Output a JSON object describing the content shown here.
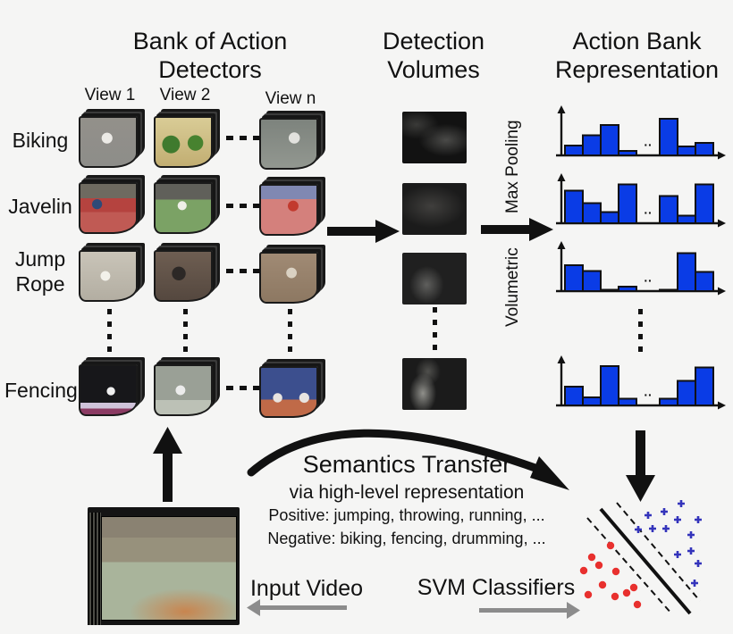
{
  "titles": {
    "bank": "Bank of Action Detectors",
    "volumes": "Detection Volumes",
    "representation": "Action Bank Representation"
  },
  "views": [
    {
      "label": "View 1"
    },
    {
      "label": "View 2"
    },
    {
      "label": "View n"
    }
  ],
  "actions": [
    {
      "label": "Biking"
    },
    {
      "label": "Javelin"
    },
    {
      "label": "Jump Rope"
    },
    {
      "label": "Fencing"
    }
  ],
  "pooling": {
    "top_label": "Max Pooling",
    "bottom_label": "Volumetric"
  },
  "semantics": {
    "title": "Semantics Transfer",
    "subtitle": "via high-level representation",
    "positive_line": "Positive: jumping, throwing, running, ...",
    "negative_line": "Negative: biking, fencing, drumming, ..."
  },
  "bottom": {
    "input_video_label": "Input Video",
    "svm_label": "SVM Classifiers"
  },
  "colors": {
    "background": "#f5f5f4",
    "bar_blue": "#0a3ce6",
    "marker_red": "#e8302e",
    "marker_blue": "#3434bb",
    "arrow_black": "#111111",
    "arrow_gray": "#8c8c8c"
  },
  "chart_data": [
    {
      "type": "bar",
      "name": "hist-biking",
      "row": "Biking",
      "ylim": [
        0,
        1
      ],
      "gap_label": "··",
      "bar_color": "#0a3ce6",
      "values": [
        0.22,
        0.45,
        0.68,
        0.1,
        null,
        0.82,
        0.2,
        0.28
      ]
    },
    {
      "type": "bar",
      "name": "hist-javelin",
      "row": "Javelin",
      "ylim": [
        0,
        1
      ],
      "gap_label": "··",
      "bar_color": "#0a3ce6",
      "values": [
        0.73,
        0.45,
        0.25,
        0.87,
        null,
        0.61,
        0.17,
        0.87
      ]
    },
    {
      "type": "bar",
      "name": "hist-jumprope",
      "row": "Jump Rope",
      "ylim": [
        0,
        1
      ],
      "gap_label": "··",
      "bar_color": "#0a3ce6",
      "values": [
        0.58,
        0.45,
        0.03,
        0.1,
        null,
        0.03,
        0.85,
        0.43
      ]
    },
    {
      "type": "bar",
      "name": "hist-fencing",
      "row": "Fencing",
      "ylim": [
        0,
        1
      ],
      "gap_label": "··",
      "bar_color": "#0a3ce6",
      "values": [
        0.42,
        0.18,
        0.88,
        0.15,
        null,
        0.15,
        0.55,
        0.85
      ]
    },
    {
      "type": "scatter",
      "name": "svm-plot",
      "width": 180,
      "height": 150,
      "decision_boundary": {
        "solid": [
          36,
          18,
          136,
          135
        ],
        "margins": [
          [
            21,
            28,
            116,
            136
          ],
          [
            54,
            11,
            147,
            121
          ]
        ]
      },
      "series": [
        {
          "name": "negative-class",
          "marker": "circle",
          "color": "#e8302e",
          "points": [
            [
              47,
              59
            ],
            [
              26,
              72
            ],
            [
              34,
              81
            ],
            [
              17,
              87
            ],
            [
              53,
              88
            ],
            [
              38,
              103
            ],
            [
              22,
              114
            ],
            [
              52,
              116
            ],
            [
              65,
              112
            ],
            [
              73,
              106
            ],
            [
              77,
              125
            ]
          ]
        },
        {
          "name": "positive-class",
          "marker": "plus",
          "color": "#3434bb",
          "points": [
            [
              89,
              25
            ],
            [
              107,
              21
            ],
            [
              126,
              12
            ],
            [
              94,
              40
            ],
            [
              109,
              40
            ],
            [
              122,
              30
            ],
            [
              145,
              30
            ],
            [
              78,
              41
            ],
            [
              137,
              47
            ],
            [
              122,
              69
            ],
            [
              137,
              65
            ],
            [
              145,
              79
            ],
            [
              141,
              101
            ]
          ]
        }
      ]
    }
  ]
}
